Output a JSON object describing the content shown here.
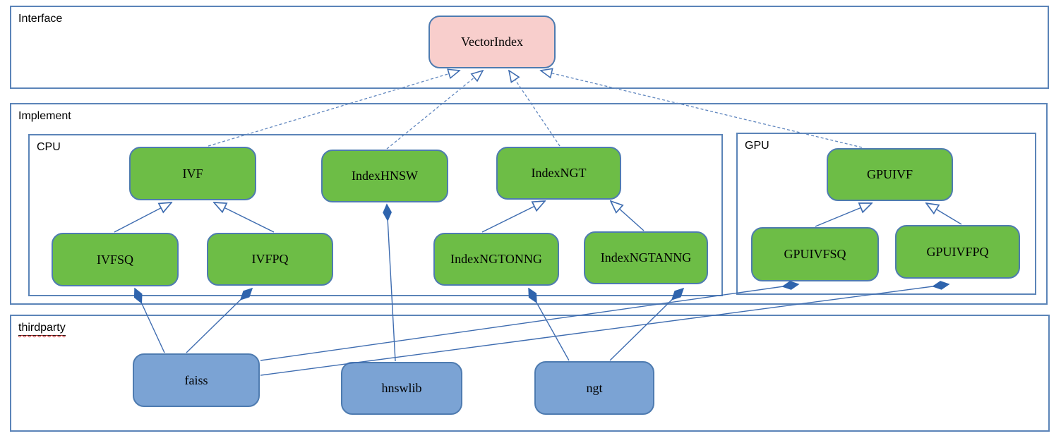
{
  "containers": {
    "interface": {
      "label": "Interface"
    },
    "implement": {
      "label": "Implement"
    },
    "cpu": {
      "label": "CPU"
    },
    "gpu": {
      "label": "GPU"
    },
    "thirdparty": {
      "label": "thirdparty"
    }
  },
  "nodes": {
    "vectorindex": {
      "label": "VectorIndex",
      "group": "interface"
    },
    "ivf": {
      "label": "IVF",
      "group": "cpu"
    },
    "indexhnsw": {
      "label": "IndexHNSW",
      "group": "cpu"
    },
    "indexngt": {
      "label": "IndexNGT",
      "group": "cpu"
    },
    "ivfsq": {
      "label": "IVFSQ",
      "group": "cpu"
    },
    "ivfpq": {
      "label": "IVFPQ",
      "group": "cpu"
    },
    "indexngtonng": {
      "label": "IndexNGTONNG",
      "group": "cpu"
    },
    "indexngtanng": {
      "label": "IndexNGTANNG",
      "group": "cpu"
    },
    "gpuivf": {
      "label": "GPUIVF",
      "group": "gpu"
    },
    "gpuivfsq": {
      "label": "GPUIVFSQ",
      "group": "gpu"
    },
    "gpuivfpq": {
      "label": "GPUIVFPQ",
      "group": "gpu"
    },
    "faiss": {
      "label": "faiss",
      "group": "thirdparty"
    },
    "hnswlib": {
      "label": "hnswlib",
      "group": "thirdparty"
    },
    "ngt": {
      "label": "ngt",
      "group": "thirdparty"
    }
  },
  "edges": [
    {
      "from": "IVF",
      "to": "VectorIndex",
      "type": "realization"
    },
    {
      "from": "IndexHNSW",
      "to": "VectorIndex",
      "type": "realization"
    },
    {
      "from": "IndexNGT",
      "to": "VectorIndex",
      "type": "realization"
    },
    {
      "from": "GPUIVF",
      "to": "VectorIndex",
      "type": "realization"
    },
    {
      "from": "IVFSQ",
      "to": "IVF",
      "type": "generalization"
    },
    {
      "from": "IVFPQ",
      "to": "IVF",
      "type": "generalization"
    },
    {
      "from": "IndexNGTONNG",
      "to": "IndexNGT",
      "type": "generalization"
    },
    {
      "from": "IndexNGTANNG",
      "to": "IndexNGT",
      "type": "generalization"
    },
    {
      "from": "GPUIVFSQ",
      "to": "GPUIVF",
      "type": "generalization"
    },
    {
      "from": "GPUIVFPQ",
      "to": "GPUIVF",
      "type": "generalization"
    },
    {
      "from": "faiss",
      "to": "IVFSQ",
      "type": "composition"
    },
    {
      "from": "faiss",
      "to": "IVFPQ",
      "type": "composition"
    },
    {
      "from": "faiss",
      "to": "GPUIVFSQ",
      "type": "composition"
    },
    {
      "from": "faiss",
      "to": "GPUIVFPQ",
      "type": "composition"
    },
    {
      "from": "hnswlib",
      "to": "IndexHNSW",
      "type": "composition"
    },
    {
      "from": "ngt",
      "to": "IndexNGTONNG",
      "type": "composition"
    },
    {
      "from": "ngt",
      "to": "IndexNGTANNG",
      "type": "composition"
    }
  ],
  "colors": {
    "interface_node_fill": "#f8cecc",
    "implement_node_fill": "#6dbd46",
    "thirdparty_node_fill": "#7ba3d4",
    "node_border": "#4e7bb0",
    "container_border": "#5b84b8",
    "solid_edge": "#3e6cb0",
    "dashed_edge": "#6187bf",
    "diamond_fill": "#2f64ad",
    "spellcheck_underline": "#d03030"
  }
}
